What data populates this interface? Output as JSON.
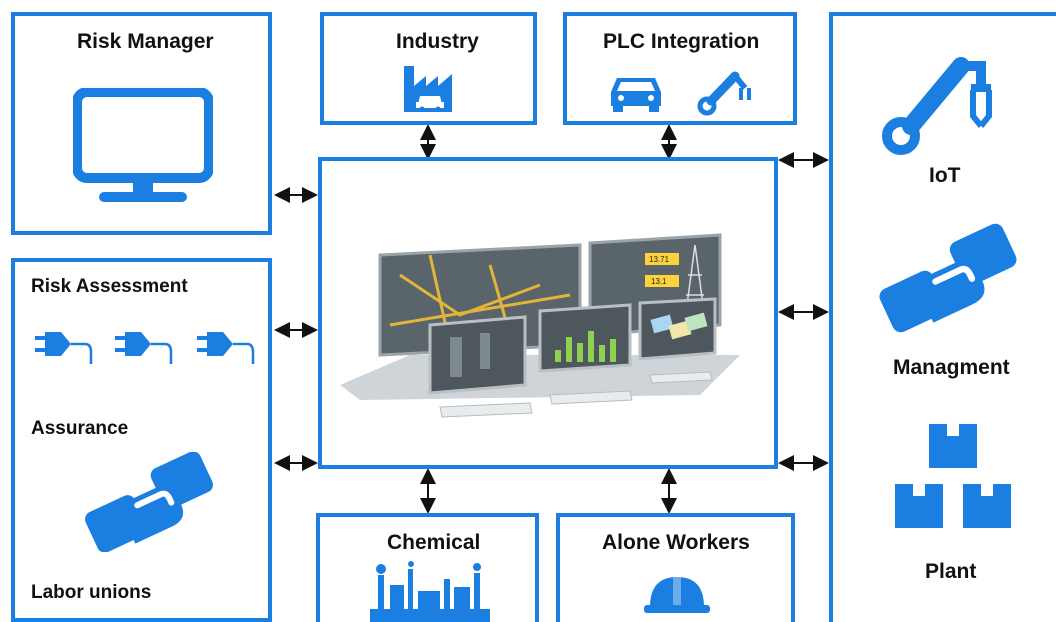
{
  "boxes": {
    "risk_manager": "Risk Manager",
    "industry": "Industry",
    "plc_integration": "PLC Integration",
    "risk_assessment": "Risk Assessment",
    "assurance": "Assurance",
    "labor_unions": "Labor unions",
    "chemical": "Chemical",
    "alone_workers": "Alone Workers",
    "iot": "IoT",
    "managment": "Managment",
    "plant": "Plant"
  },
  "center_screens": {
    "value_top": "13.71",
    "value_bottom": "13.1"
  },
  "colors": {
    "accent": "#1a7fe0",
    "text": "#111111",
    "arrow": "#111111"
  },
  "icons": [
    "monitor-icon",
    "factory-car-icon",
    "car-icon",
    "robot-arm-icon",
    "plug-icon",
    "handshake-icon",
    "chemical-plant-icon",
    "hard-hat-icon",
    "boxes-icon",
    "computer-workstation-illustration"
  ]
}
